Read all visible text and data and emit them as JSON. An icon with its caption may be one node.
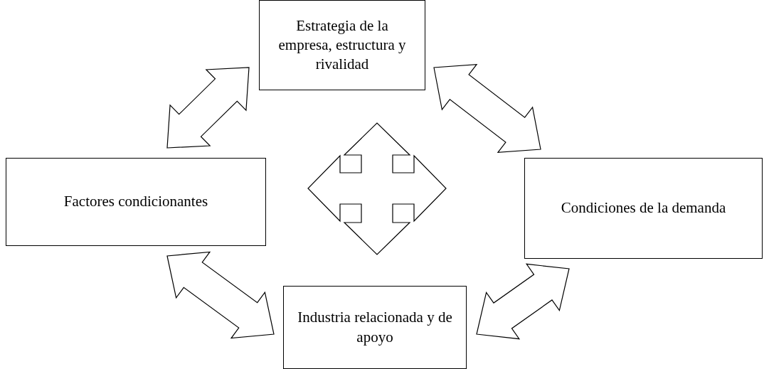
{
  "diagram": {
    "nodes": [
      {
        "text": [
          "Estrategia de la empresa, estructura y rivalidad"
        ]
      },
      {
        "text": [
          "Factores condicionantes"
        ]
      },
      {
        "text": [
          "Condiciones de la demanda"
        ]
      },
      {
        "text": [
          "Industria relacionada y de apoyo"
        ]
      }
    ],
    "edges": [
      {
        "from": 1,
        "to": 0,
        "arrow": "both"
      },
      {
        "from": 0,
        "to": 2,
        "arrow": "both"
      },
      {
        "from": 1,
        "to": 3,
        "arrow": "both"
      },
      {
        "from": 3,
        "to": 2,
        "arrow": "both"
      },
      {
        "from": 0,
        "to": 3,
        "arrow": "both"
      },
      {
        "from": 1,
        "to": 2,
        "arrow": "both"
      }
    ]
  }
}
